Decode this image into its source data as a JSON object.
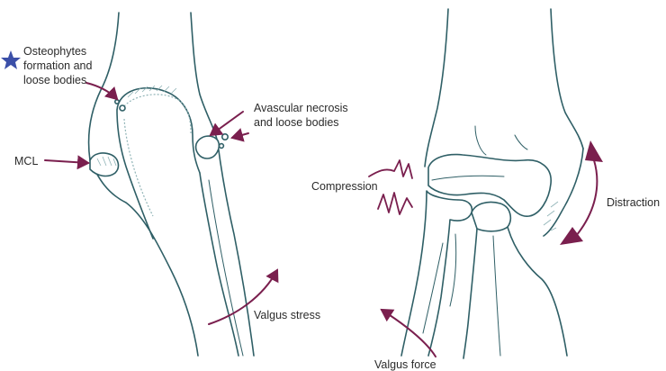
{
  "labels": {
    "osteophytes": [
      "Osteophytes",
      "formation and",
      "loose bodies"
    ],
    "avascular": [
      "Avascular necrosis",
      "and loose bodies"
    ],
    "mcl": "MCL",
    "valgus_stress": "Valgus stress",
    "compression": "Compression",
    "distraction": "Distraction",
    "valgus_force": "Valgus force"
  },
  "colors": {
    "bone_outline": "#2f5f66",
    "arrow": "#7a1f4e",
    "star": "#3b4fa8",
    "text": "#2b2b2b"
  },
  "icons": {
    "marker": "star-icon"
  }
}
